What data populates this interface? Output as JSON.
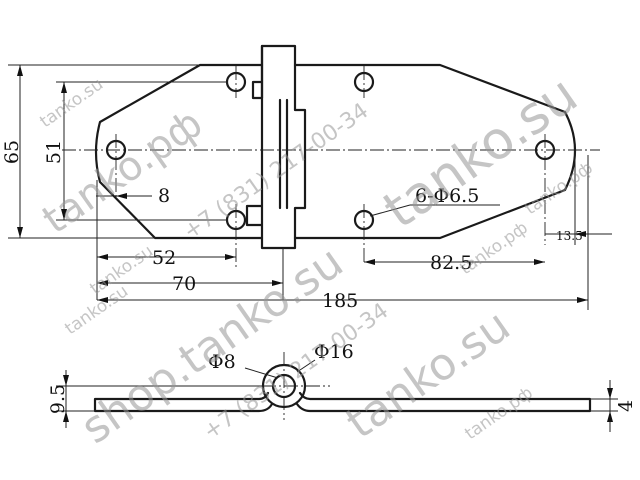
{
  "watermarks": {
    "shop_tanko_su": "shop.tanko.su",
    "tanko_su": "tanko.su",
    "tanko_rf": "tanko.рф",
    "phone": "+7 (831) 217-00-34",
    "phone_alt": "+7 (831) 217-00-34",
    "tanko_su_small_1": "tanko.su",
    "tanko_rf_small_1": "tanko.рф",
    "tanko_rf_small_2": "tanko.рф",
    "tanko_su_small_2": "tanko.su",
    "tanko_su_small_3": "tanko.su",
    "tanko_rf_large": "tanko.рф",
    "tanko_su_bottom": "tanko.su",
    "tanko_rf_bottom": "tanko.рф"
  },
  "dimensions": {
    "total_height": "65",
    "hole_spacing_vertical": "51",
    "edge_offset": "8",
    "left_hole_distance": "52",
    "left_total": "70",
    "overall_length": "185",
    "right_hole_distance": "82.5",
    "right_edge": "13.5",
    "holes_callout": "6-Φ6.5",
    "pin_diameter": "Φ8",
    "knuckle_diameter": "Φ16",
    "side_height": "9.5",
    "plate_thickness": "4"
  },
  "colors": {
    "line": "#1a1a1a",
    "watermark": "#969696",
    "background": "#ffffff"
  }
}
